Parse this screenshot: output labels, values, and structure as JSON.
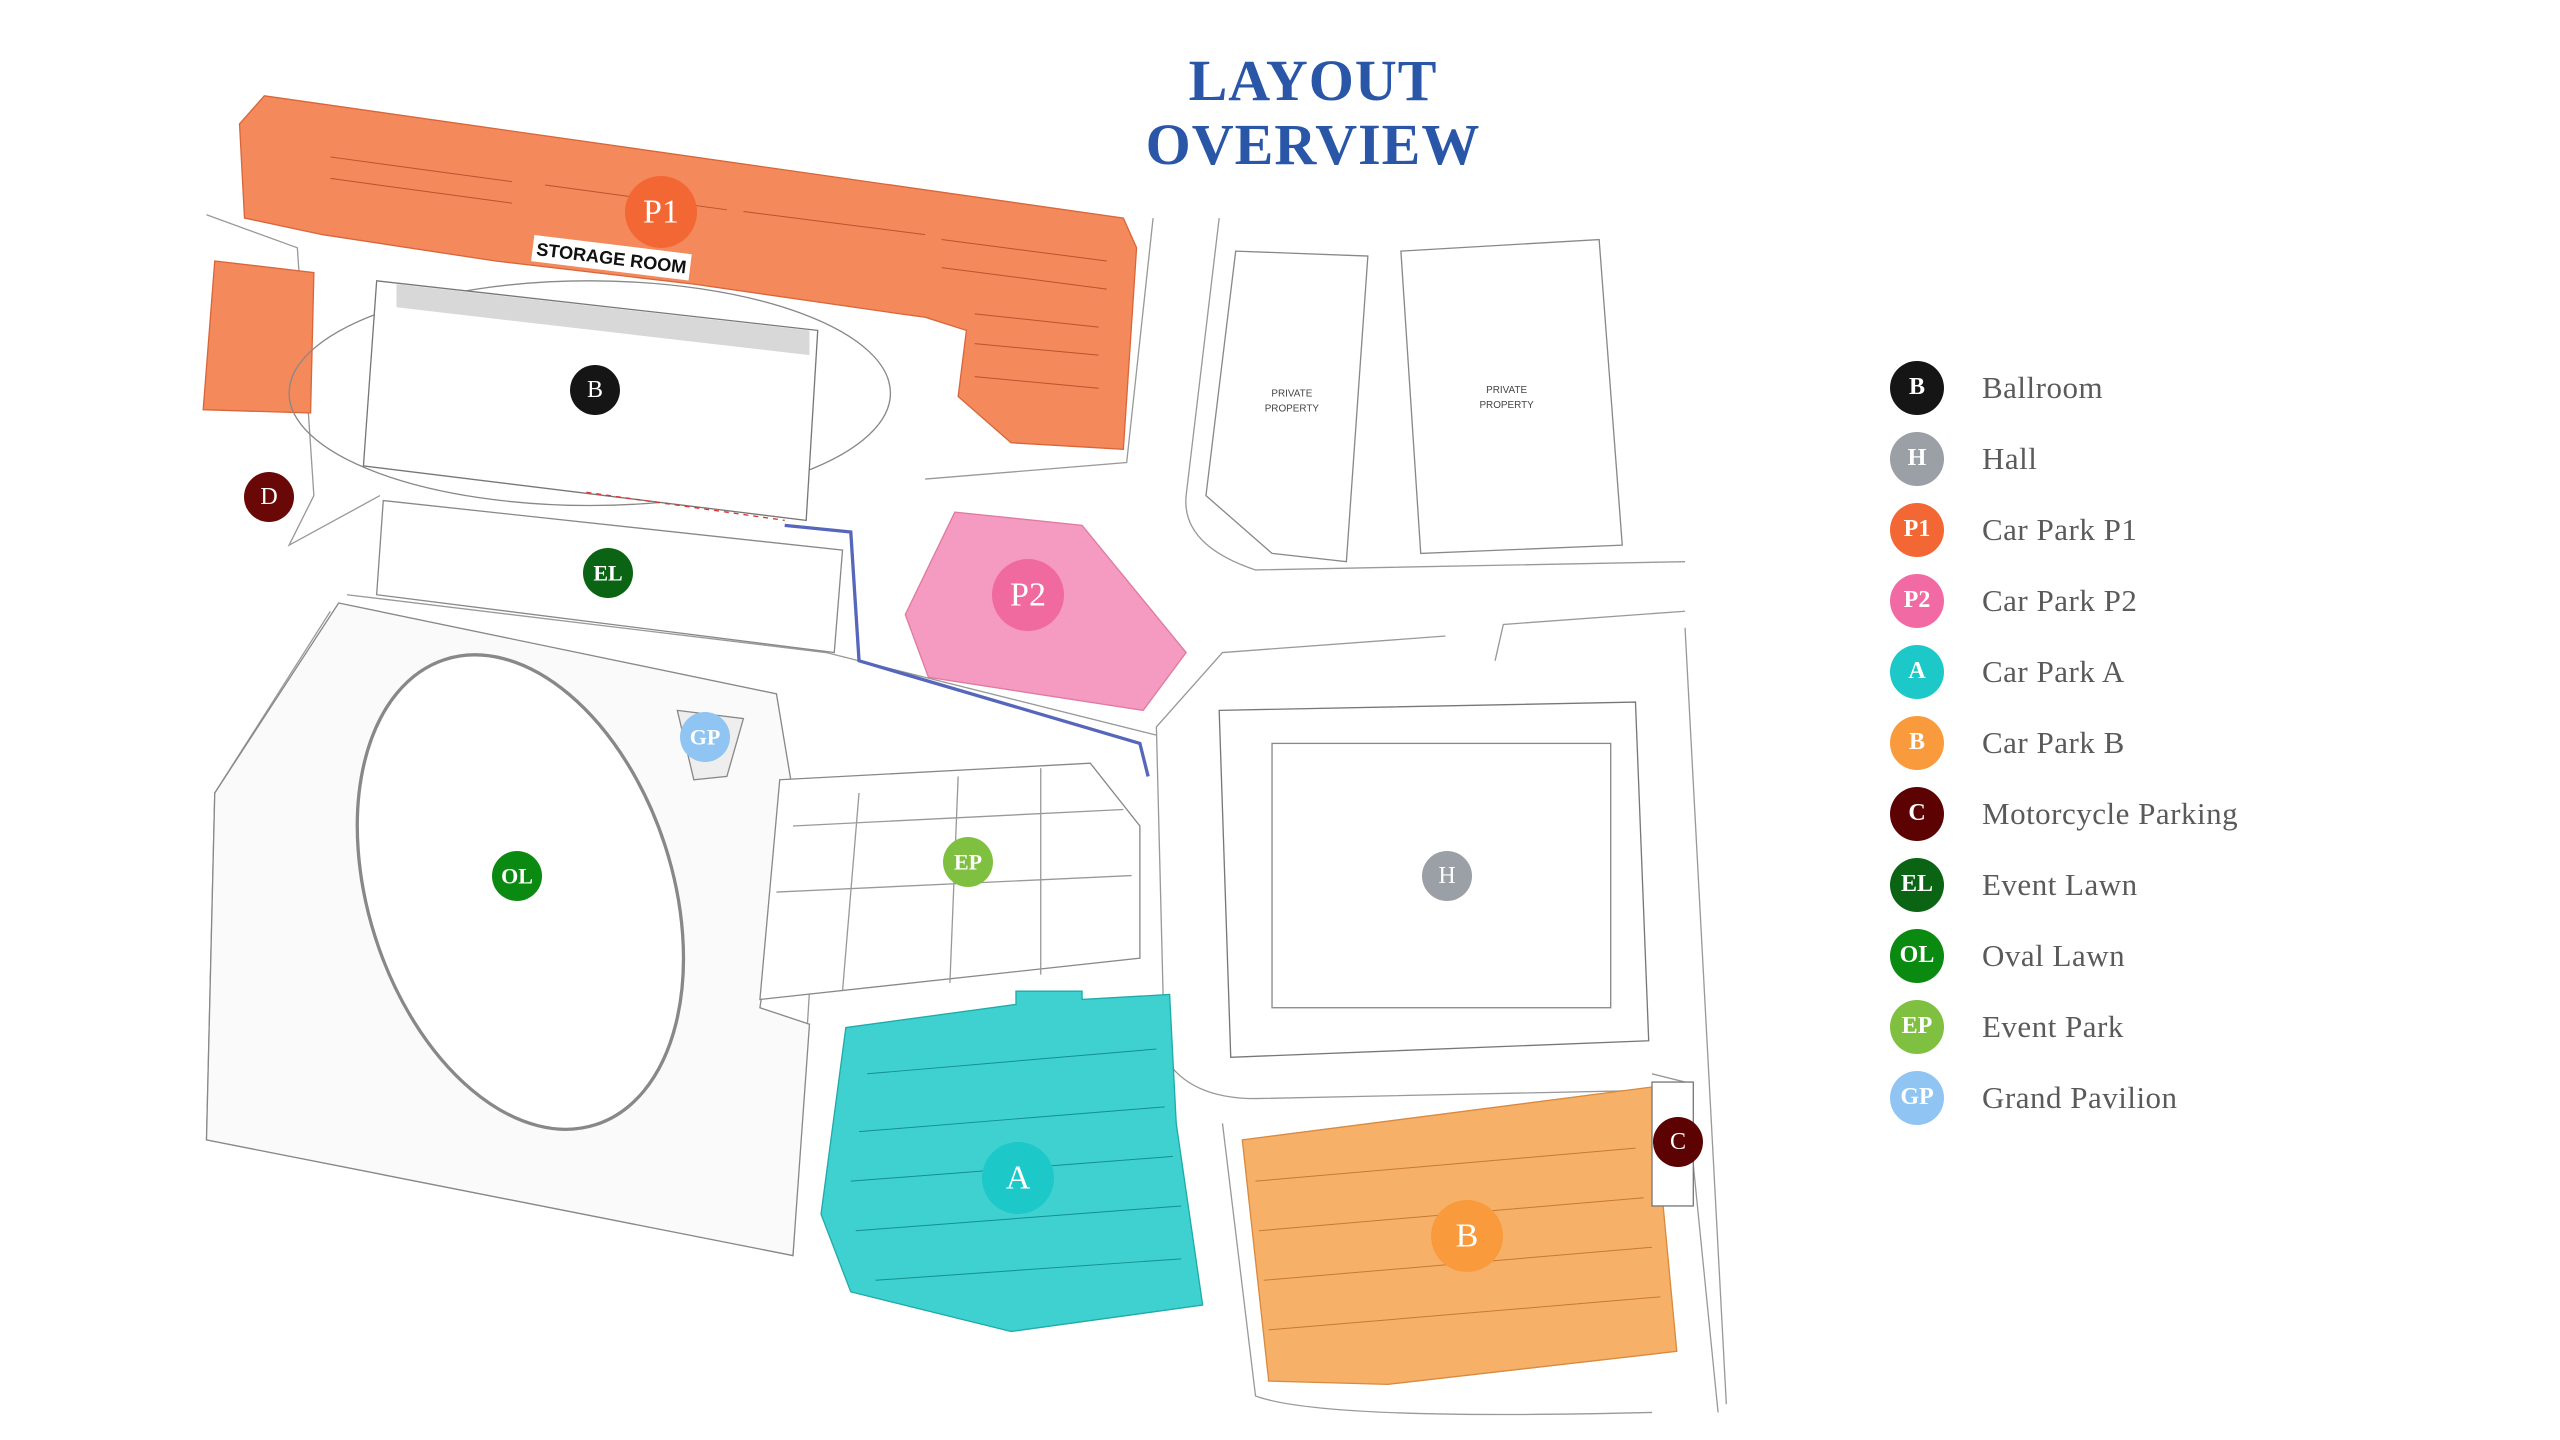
{
  "title": {
    "line1": "LAYOUT",
    "line2": "OVERVIEW",
    "color": "#2a56a8"
  },
  "map": {
    "storage_room": "STORAGE ROOM",
    "private_property": [
      "PRIVATE",
      "PROPERTY"
    ],
    "markers": {
      "p1": "P1",
      "p2": "P2",
      "ballroom": "B",
      "hall": "H",
      "car_park_a": "A",
      "car_park_b": "B",
      "motorcycle": "C",
      "d": "D",
      "event_lawn": "EL",
      "oval_lawn": "OL",
      "event_park": "EP",
      "grand_pavilion": "GP"
    },
    "zone_colors": {
      "p1": "#f4895c",
      "p2": "#f59ac0",
      "car_park_a": "#3fd0d0",
      "car_park_b": "#f6b068"
    }
  },
  "legend": [
    {
      "code": "B",
      "label": "Ballroom",
      "color": "#151515"
    },
    {
      "code": "H",
      "label": "Hall",
      "color": "#9aa0a6"
    },
    {
      "code": "P1",
      "label": "Car Park P1",
      "color": "#f26734"
    },
    {
      "code": "P2",
      "label": "Car Park P2",
      "color": "#f26aa4"
    },
    {
      "code": "A",
      "label": "Car Park A",
      "color": "#1cc8c8"
    },
    {
      "code": "B",
      "label": "Car Park B",
      "color": "#f99a3c"
    },
    {
      "code": "C",
      "label": "Motorcycle Parking",
      "color": "#5c0202"
    },
    {
      "code": "EL",
      "label": "Event Lawn",
      "color": "#0a6414"
    },
    {
      "code": "OL",
      "label": "Oval Lawn",
      "color": "#0a8a10"
    },
    {
      "code": "EP",
      "label": "Event Park",
      "color": "#80c040"
    },
    {
      "code": "GP",
      "label": "Grand Pavilion",
      "color": "#90c4f2"
    }
  ]
}
